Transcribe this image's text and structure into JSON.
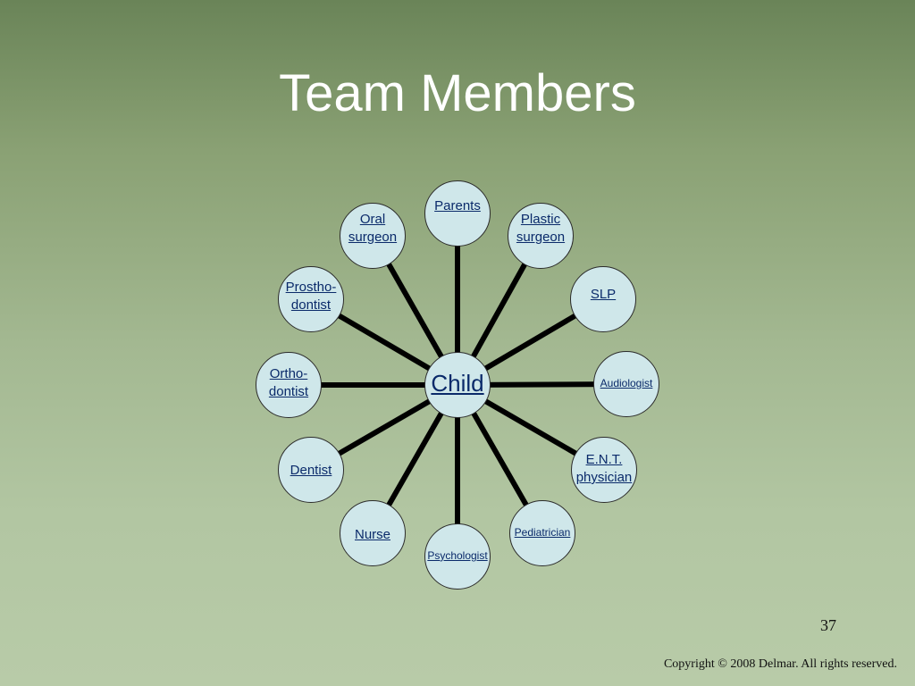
{
  "title": "Team Members",
  "center": "Child",
  "members": [
    {
      "id": "parents",
      "label": "Parents"
    },
    {
      "id": "plastic-surgeon",
      "label": "Plastic \nsurgeon"
    },
    {
      "id": "slp",
      "label": "SLP"
    },
    {
      "id": "audiologist",
      "label": "Audiologist"
    },
    {
      "id": "ent-physician",
      "label": "E.N.T. \nphysician"
    },
    {
      "id": "pediatrician",
      "label": "Pediatrician"
    },
    {
      "id": "psychologist",
      "label": "Psychologist"
    },
    {
      "id": "nurse",
      "label": "Nurse"
    },
    {
      "id": "dentist",
      "label": "Dentist"
    },
    {
      "id": "orthodontist",
      "label": "Ortho-\ndontist"
    },
    {
      "id": "prosthodontist",
      "label": "Prostho-\ndontist"
    },
    {
      "id": "oral-surgeon",
      "label": "Oral \nsurgeon"
    }
  ],
  "page_number": "37",
  "copyright": "Copyright © 2008 Delmar. All rights reserved.",
  "colors": {
    "node_fill": "#cfe7ea",
    "node_text": "#0a2a6a",
    "connector": "#000000"
  }
}
